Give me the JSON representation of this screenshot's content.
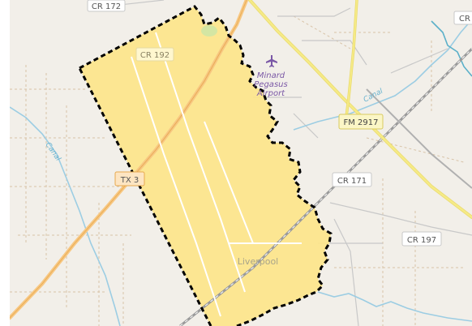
{
  "map": {
    "road_shields": {
      "cr172": "CR 172",
      "cr_edge": "CR",
      "cr192": "CR 192",
      "tx": "TX 3",
      "fm2917": "FM 2917",
      "cr171": "CR 171",
      "cr197": "CR 197"
    },
    "places": {
      "airport_line1": "Minard",
      "airport_line2": "Pegasus",
      "airport_line3": "Airport",
      "town": "Liverpool",
      "canal_left": "Canal",
      "canal_right": "Canal"
    },
    "icons": {
      "airport": "airport-plane-icon"
    },
    "colors": {
      "land": "#f2efe9",
      "boundary_fill": "#fde488",
      "boundary_stroke": "#000000",
      "water": "#9ccde3",
      "state_highway": "#f7c782",
      "farm_road": "#f5ea86",
      "rail": "#9a9a9a",
      "label_purple": "#7b58a6"
    }
  }
}
